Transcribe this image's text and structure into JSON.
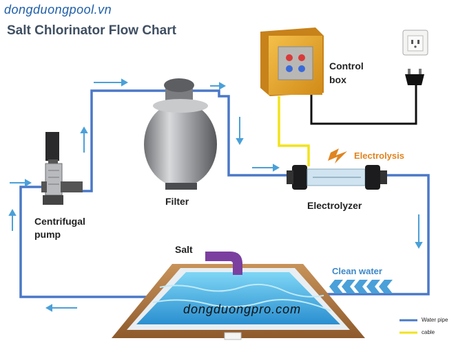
{
  "watermark_top": "dongduongpool.vn",
  "title": "Salt Chlorinator Flow Chart",
  "labels": {
    "control_box_line1": "Control",
    "control_box_line2": "box",
    "filter": "Filter",
    "electrolyzer": "Electrolyzer",
    "electrolysis": "Electrolysis",
    "pump_line1": "Centrifugal",
    "pump_line2": "pump",
    "salt": "Salt",
    "clean_water": "Clean water"
  },
  "watermark_center": "dongduongpro.com",
  "legend": {
    "water_pipe": "Water pipe",
    "cable": "cable"
  },
  "colors": {
    "water_pipe": "#4a78c8",
    "cable": "#f2e21a",
    "power_cable": "#111111",
    "arrow": "#4aa0d8",
    "electrolysis": "#e08420",
    "salt_pipe": "#7b3fa0",
    "pool_water": "#39b5e8"
  }
}
